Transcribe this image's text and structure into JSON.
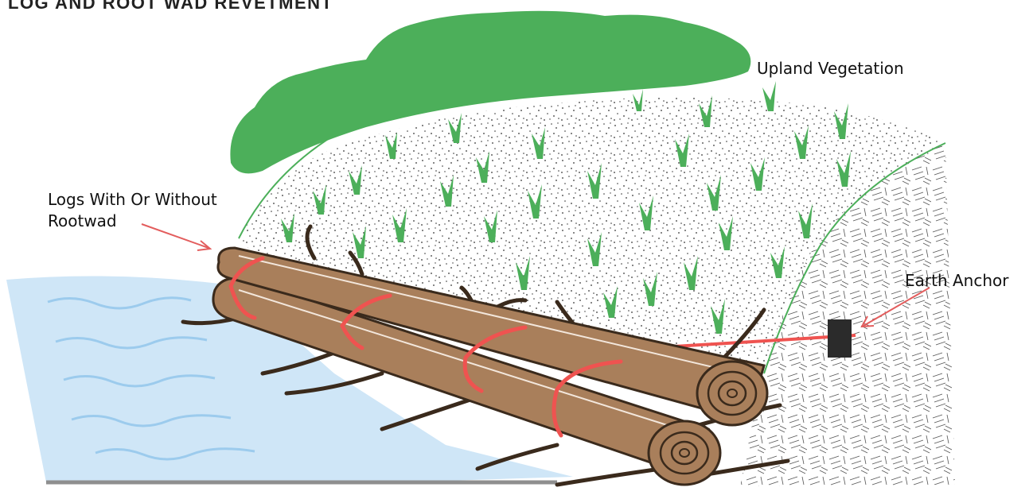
{
  "title": "LOG AND ROOT WAD REVETMENT",
  "labels": {
    "upland_vegetation": "Upland Vegetation",
    "logs_line1": "Logs With Or Without",
    "logs_line2": "Rootwad",
    "earth_anchor": "Earth Anchor"
  },
  "colors": {
    "water": "#cfe6f7",
    "water_wave": "#9ccbed",
    "canopy": "#4caf5a",
    "grass": "#4caf5a",
    "log": "#a97f5b",
    "log_dark": "#3a2a1c",
    "strap": "#ef5350",
    "anchor": "#2b2b2b",
    "leader": "#e35d5d"
  }
}
